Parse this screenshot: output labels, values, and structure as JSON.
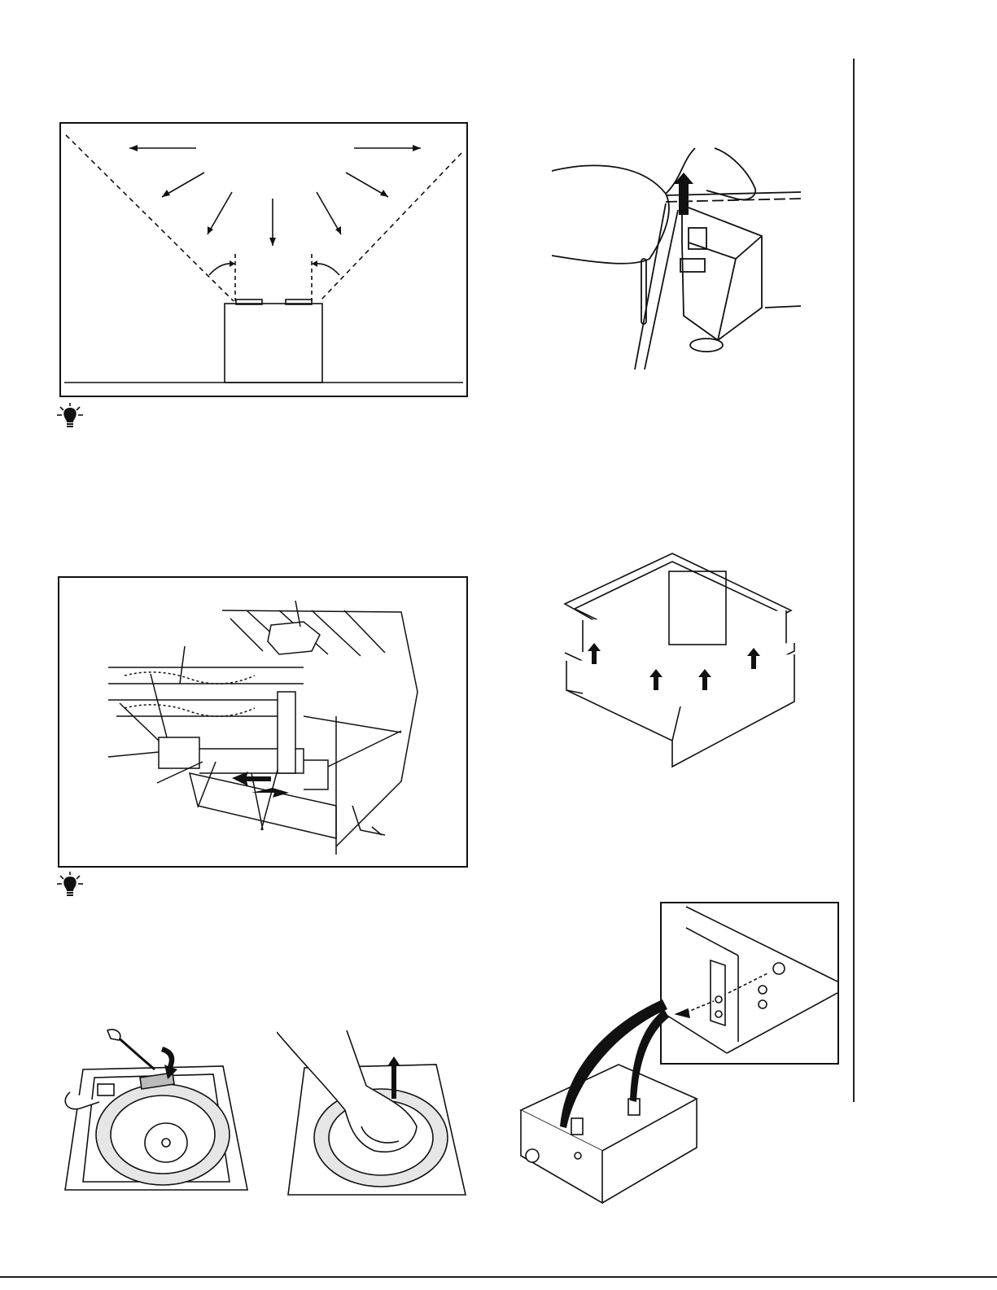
{
  "page": {
    "description_free": true
  },
  "figures": [
    {
      "id": "clearance-diagram",
      "icon": "clearance-angles-diagram",
      "bordered": true
    },
    {
      "id": "unplug-connector",
      "icon": "hand-unplug-connector"
    },
    {
      "id": "attic-ducting",
      "icon": "attic-duct-route",
      "bordered": true
    },
    {
      "id": "housing-frame",
      "icon": "housing-frame-lift"
    },
    {
      "id": "screwdriver-release",
      "icon": "screwdriver-release-tab"
    },
    {
      "id": "lift-blower",
      "icon": "hand-lift-blower"
    },
    {
      "id": "bracket-detail",
      "icon": "mounting-bracket-detail",
      "bordered": true
    }
  ],
  "icons": {
    "tip": "lightbulb-tip-icon"
  },
  "colors": {
    "ink": "#111111",
    "paper": "#ffffff",
    "shade": "#d9d9d9"
  }
}
